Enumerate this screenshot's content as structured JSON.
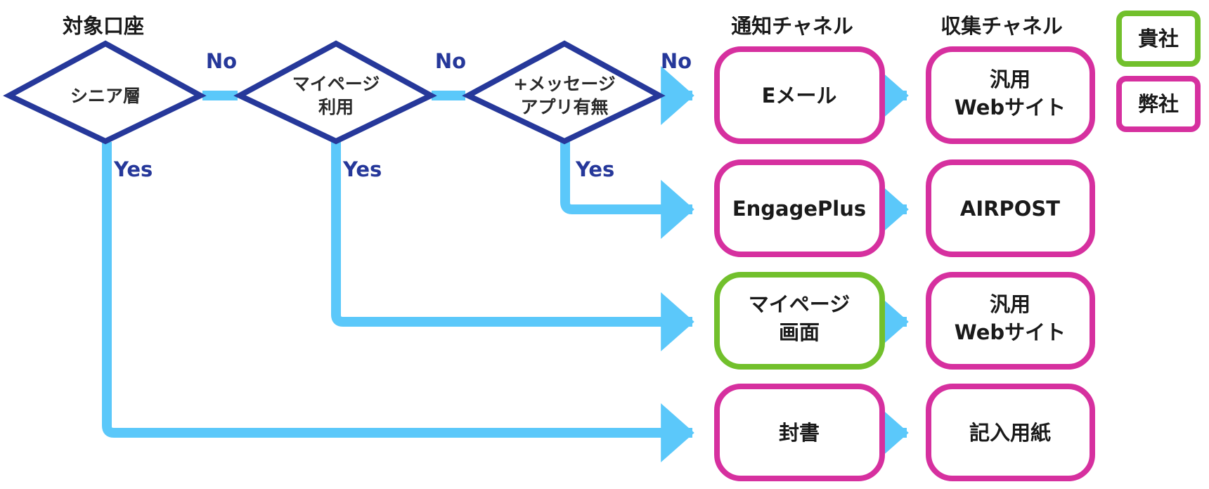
{
  "colors": {
    "decision_stroke": "#26389a",
    "flow_line": "#5bc8fa",
    "branch_label": "#26389a",
    "own_company": "#72c02c",
    "our_company": "#d6309f"
  },
  "headers": {
    "target_account": "対象口座",
    "notify_channel": "通知チャネル",
    "collect_channel": "収集チャネル"
  },
  "decisions": [
    {
      "lines": [
        "シニア層"
      ]
    },
    {
      "lines": [
        "マイページ",
        "利用"
      ]
    },
    {
      "lines": [
        "+メッセージ",
        "アプリ有無"
      ]
    }
  ],
  "branch_labels": {
    "no": "No",
    "yes": "Yes"
  },
  "notify_nodes": [
    {
      "lines": [
        "Eメール"
      ],
      "owner": "our_company"
    },
    {
      "lines": [
        "EngagePlus"
      ],
      "owner": "our_company"
    },
    {
      "lines": [
        "マイページ",
        "画面"
      ],
      "owner": "own_company"
    },
    {
      "lines": [
        "封書"
      ],
      "owner": "our_company"
    }
  ],
  "collect_nodes": [
    {
      "lines": [
        "汎用",
        "Webサイト"
      ],
      "owner": "our_company"
    },
    {
      "lines": [
        "AIRPOST"
      ],
      "owner": "our_company"
    },
    {
      "lines": [
        "汎用",
        "Webサイト"
      ],
      "owner": "our_company"
    },
    {
      "lines": [
        "記入用紙"
      ],
      "owner": "our_company"
    }
  ],
  "legend": {
    "own_company": "貴社",
    "our_company": "弊社"
  }
}
